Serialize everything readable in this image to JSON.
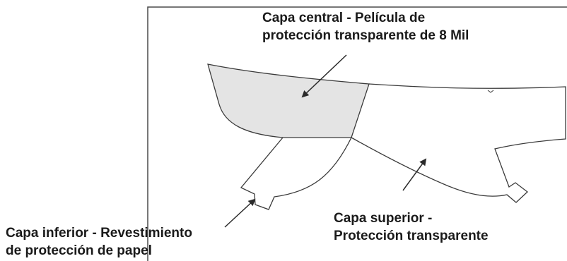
{
  "labels": {
    "middle_layer": {
      "line1": "Capa central - Película de",
      "line2": "protección transparente de 8 Mil"
    },
    "top_layer": {
      "line1": "Capa superior -",
      "line2": "Protección transparente"
    },
    "bottom_layer": {
      "line1": "Capa inferior - Revestimiento",
      "line2": "de protección de papel"
    }
  },
  "colors": {
    "frame": "#4a4a4a",
    "outline": "#3a3a3a",
    "middle_layer_fill": "#e4e4e4",
    "text": "#1a1a1a",
    "arrow": "#2a2a2a"
  }
}
